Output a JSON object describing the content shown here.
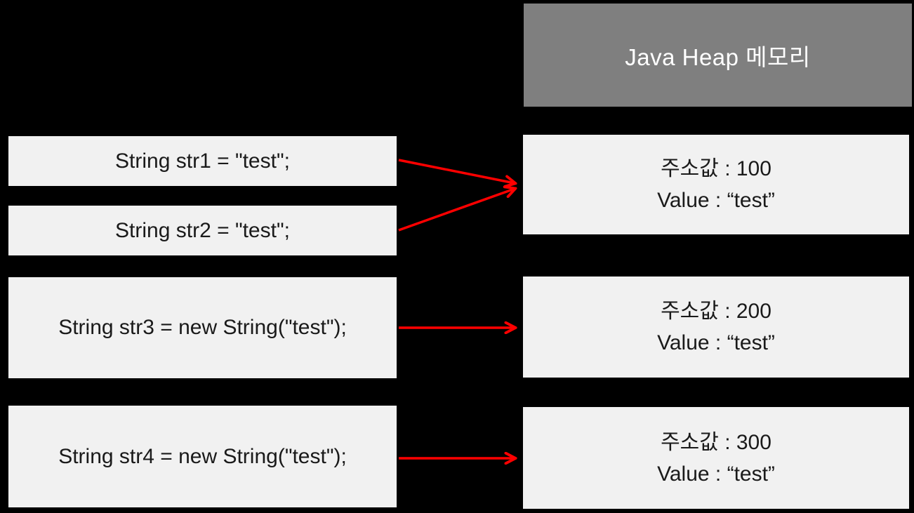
{
  "diagram": {
    "heap_header": {
      "title": "Java Heap 메모리"
    },
    "code_boxes": [
      {
        "id": "str1",
        "label": "String str1 = \"test\";",
        "points_to_address": "100"
      },
      {
        "id": "str2",
        "label": "String str2 = \"test\";",
        "points_to_address": "100"
      },
      {
        "id": "str3",
        "label": "String str3 = new String(\"test\");",
        "points_to_address": "200"
      },
      {
        "id": "str4",
        "label": "String str4 = new String(\"test\");",
        "points_to_address": "300"
      }
    ],
    "heap_boxes": [
      {
        "address_line": "주소값 : 100",
        "value_line": "Value : “test”"
      },
      {
        "address_line": "주소값 : 200",
        "value_line": "Value : “test”"
      },
      {
        "address_line": "주소값 : 300",
        "value_line": "Value : “test”"
      }
    ],
    "arrows": [
      {
        "from": "str1",
        "to": "heap-100"
      },
      {
        "from": "str2",
        "to": "heap-100"
      },
      {
        "from": "str3",
        "to": "heap-200"
      },
      {
        "from": "str4",
        "to": "heap-300"
      }
    ],
    "colors": {
      "background": "#000000",
      "header_fill": "#7f7f7f",
      "header_text": "#ffffff",
      "box_fill": "#f1f1f1",
      "box_text": "#1a1a1a",
      "arrow": "#ff0000"
    }
  }
}
